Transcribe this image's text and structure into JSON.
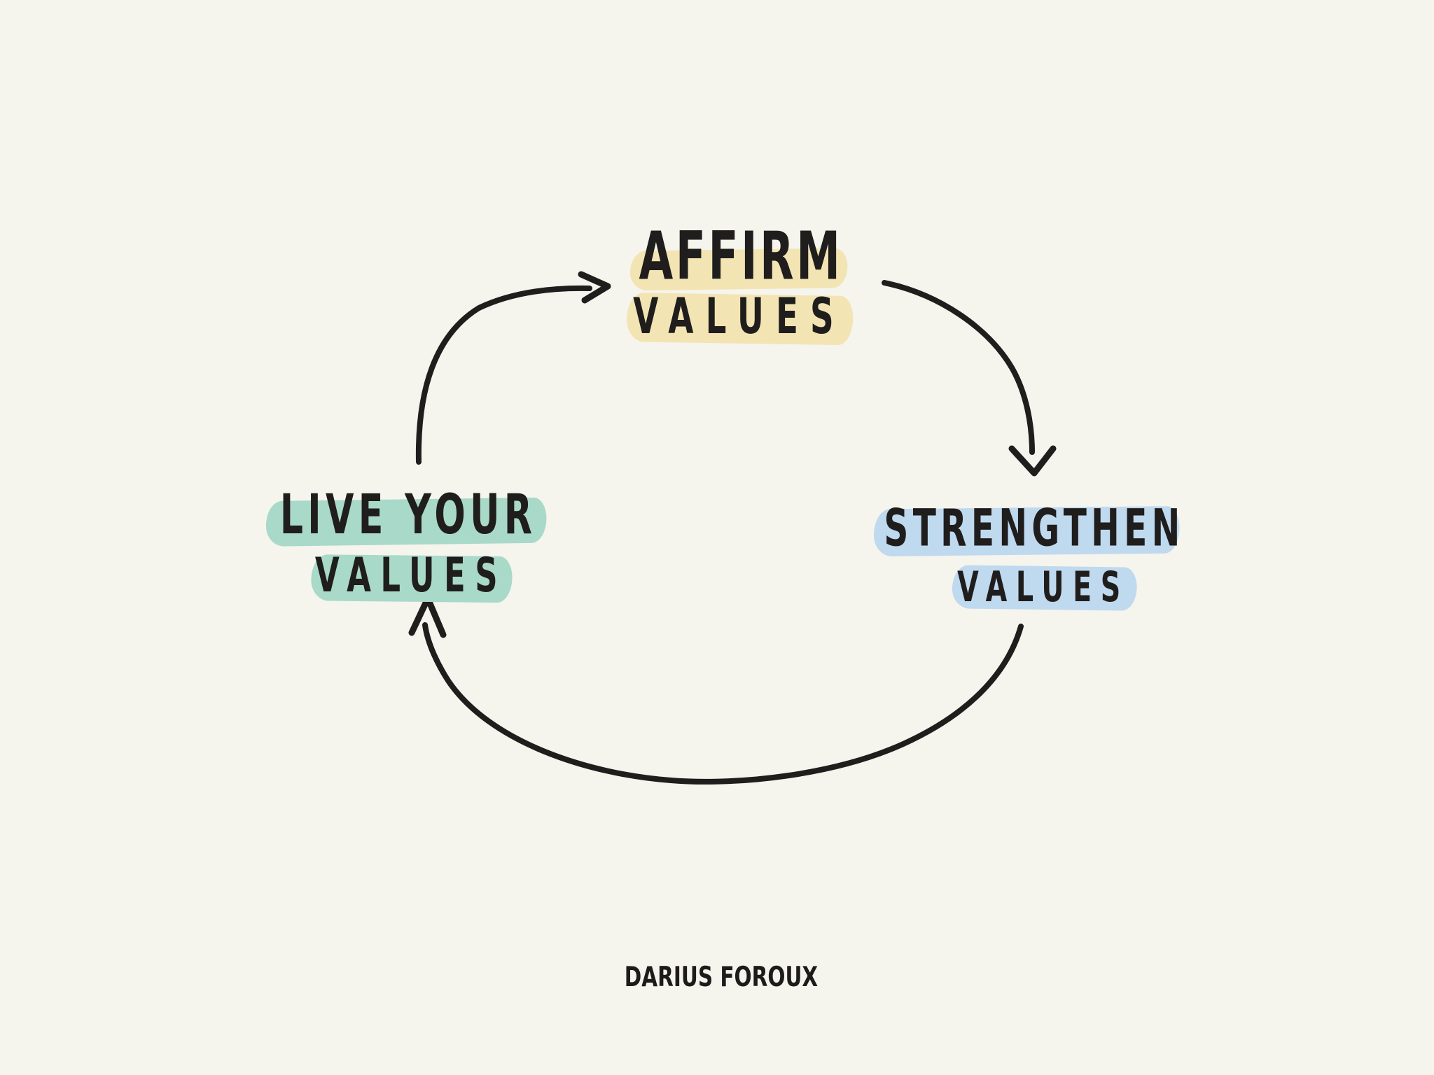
{
  "canvas": {
    "background": "#f5f4ed",
    "ink": "#201d1d"
  },
  "nodes": [
    {
      "id": "affirm-values",
      "lines": [
        "AFFIRM",
        "VALUES"
      ],
      "highlight_color": "#f3e4b3"
    },
    {
      "id": "strengthen-values",
      "lines": [
        "STRENGTHEN",
        "VALUES"
      ],
      "highlight_color": "#bfd9ef"
    },
    {
      "id": "live-your-values",
      "lines": [
        "LIVE YOUR",
        "VALUES"
      ],
      "highlight_color": "#a8d9c9"
    }
  ],
  "arrows": [
    {
      "id": "arrow-live-to-affirm",
      "from": "live-your-values",
      "to": "affirm-values"
    },
    {
      "id": "arrow-affirm-to-strengthen",
      "from": "affirm-values",
      "to": "strengthen-values"
    },
    {
      "id": "arrow-strengthen-to-live",
      "from": "strengthen-values",
      "to": "live-your-values"
    }
  ],
  "signature": "DARIUS FOROUX"
}
